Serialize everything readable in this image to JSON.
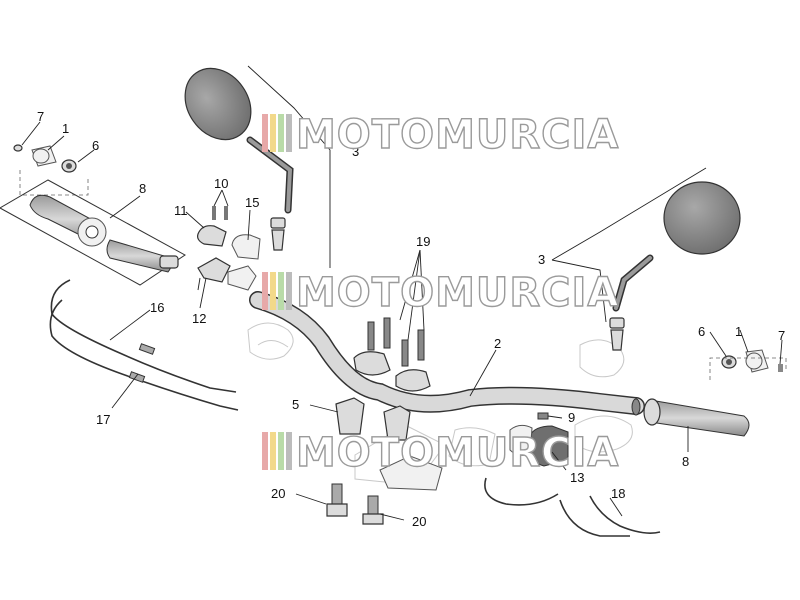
{
  "watermark": {
    "text": "MOTOMURCIA",
    "stripe_colors": [
      "#e7a9a9",
      "#f2d98a",
      "#b9dba8",
      "#bcbcbc"
    ]
  },
  "callouts": {
    "c1_left": "1",
    "c1_right": "1",
    "c2": "2",
    "c3_left": "3",
    "c3_right": "3",
    "c5": "5",
    "c6_left": "6",
    "c6_right": "6",
    "c7_left": "7",
    "c7_right": "7",
    "c8_left": "8",
    "c8_right": "8",
    "c9": "9",
    "c10": "10",
    "c11": "11",
    "c12": "12",
    "c13": "13",
    "c15": "15",
    "c16": "16",
    "c17": "17",
    "c18": "18",
    "c19": "19",
    "c20_a": "20",
    "c20_b": "20"
  },
  "colors": {
    "mirror_head": "#8c8c8c",
    "part_fill": "#dcdcdc",
    "outline": "#333333"
  }
}
